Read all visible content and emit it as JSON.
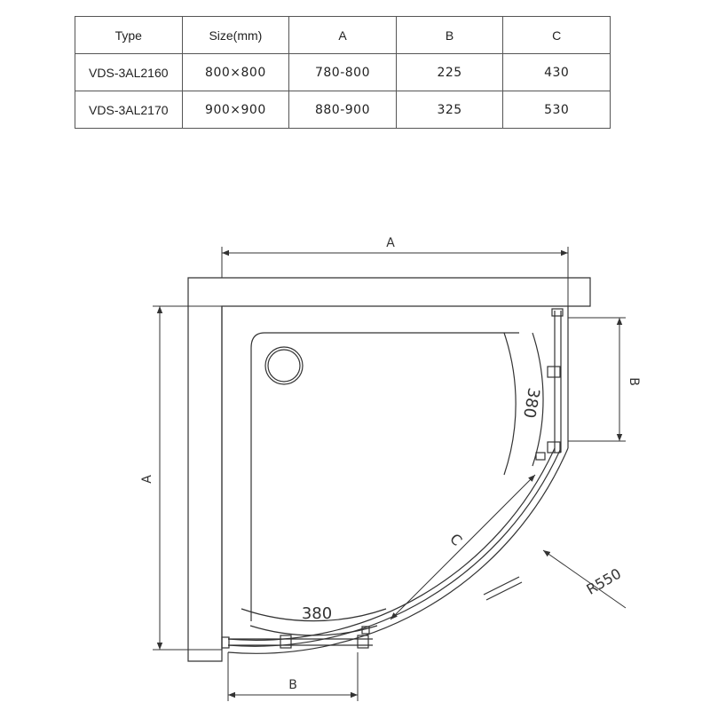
{
  "table": {
    "headers": [
      "Type",
      "Size(mm)",
      "A",
      "B",
      "C"
    ],
    "rows": [
      [
        "VDS-3AL2160",
        "800×800",
        "780-800",
        "225",
        "430"
      ],
      [
        "VDS-3AL2170",
        "900×900",
        "880-900",
        "325",
        "530"
      ]
    ]
  },
  "drawing": {
    "dim_top": "A",
    "dim_left": "A",
    "dim_right": "B",
    "dim_bottom": "B",
    "dim_diagonal": "C",
    "door_width_bottom": "380",
    "door_width_right": "380",
    "radius_label": "R550"
  },
  "colors": {
    "line": "#333333",
    "background": "#ffffff"
  }
}
